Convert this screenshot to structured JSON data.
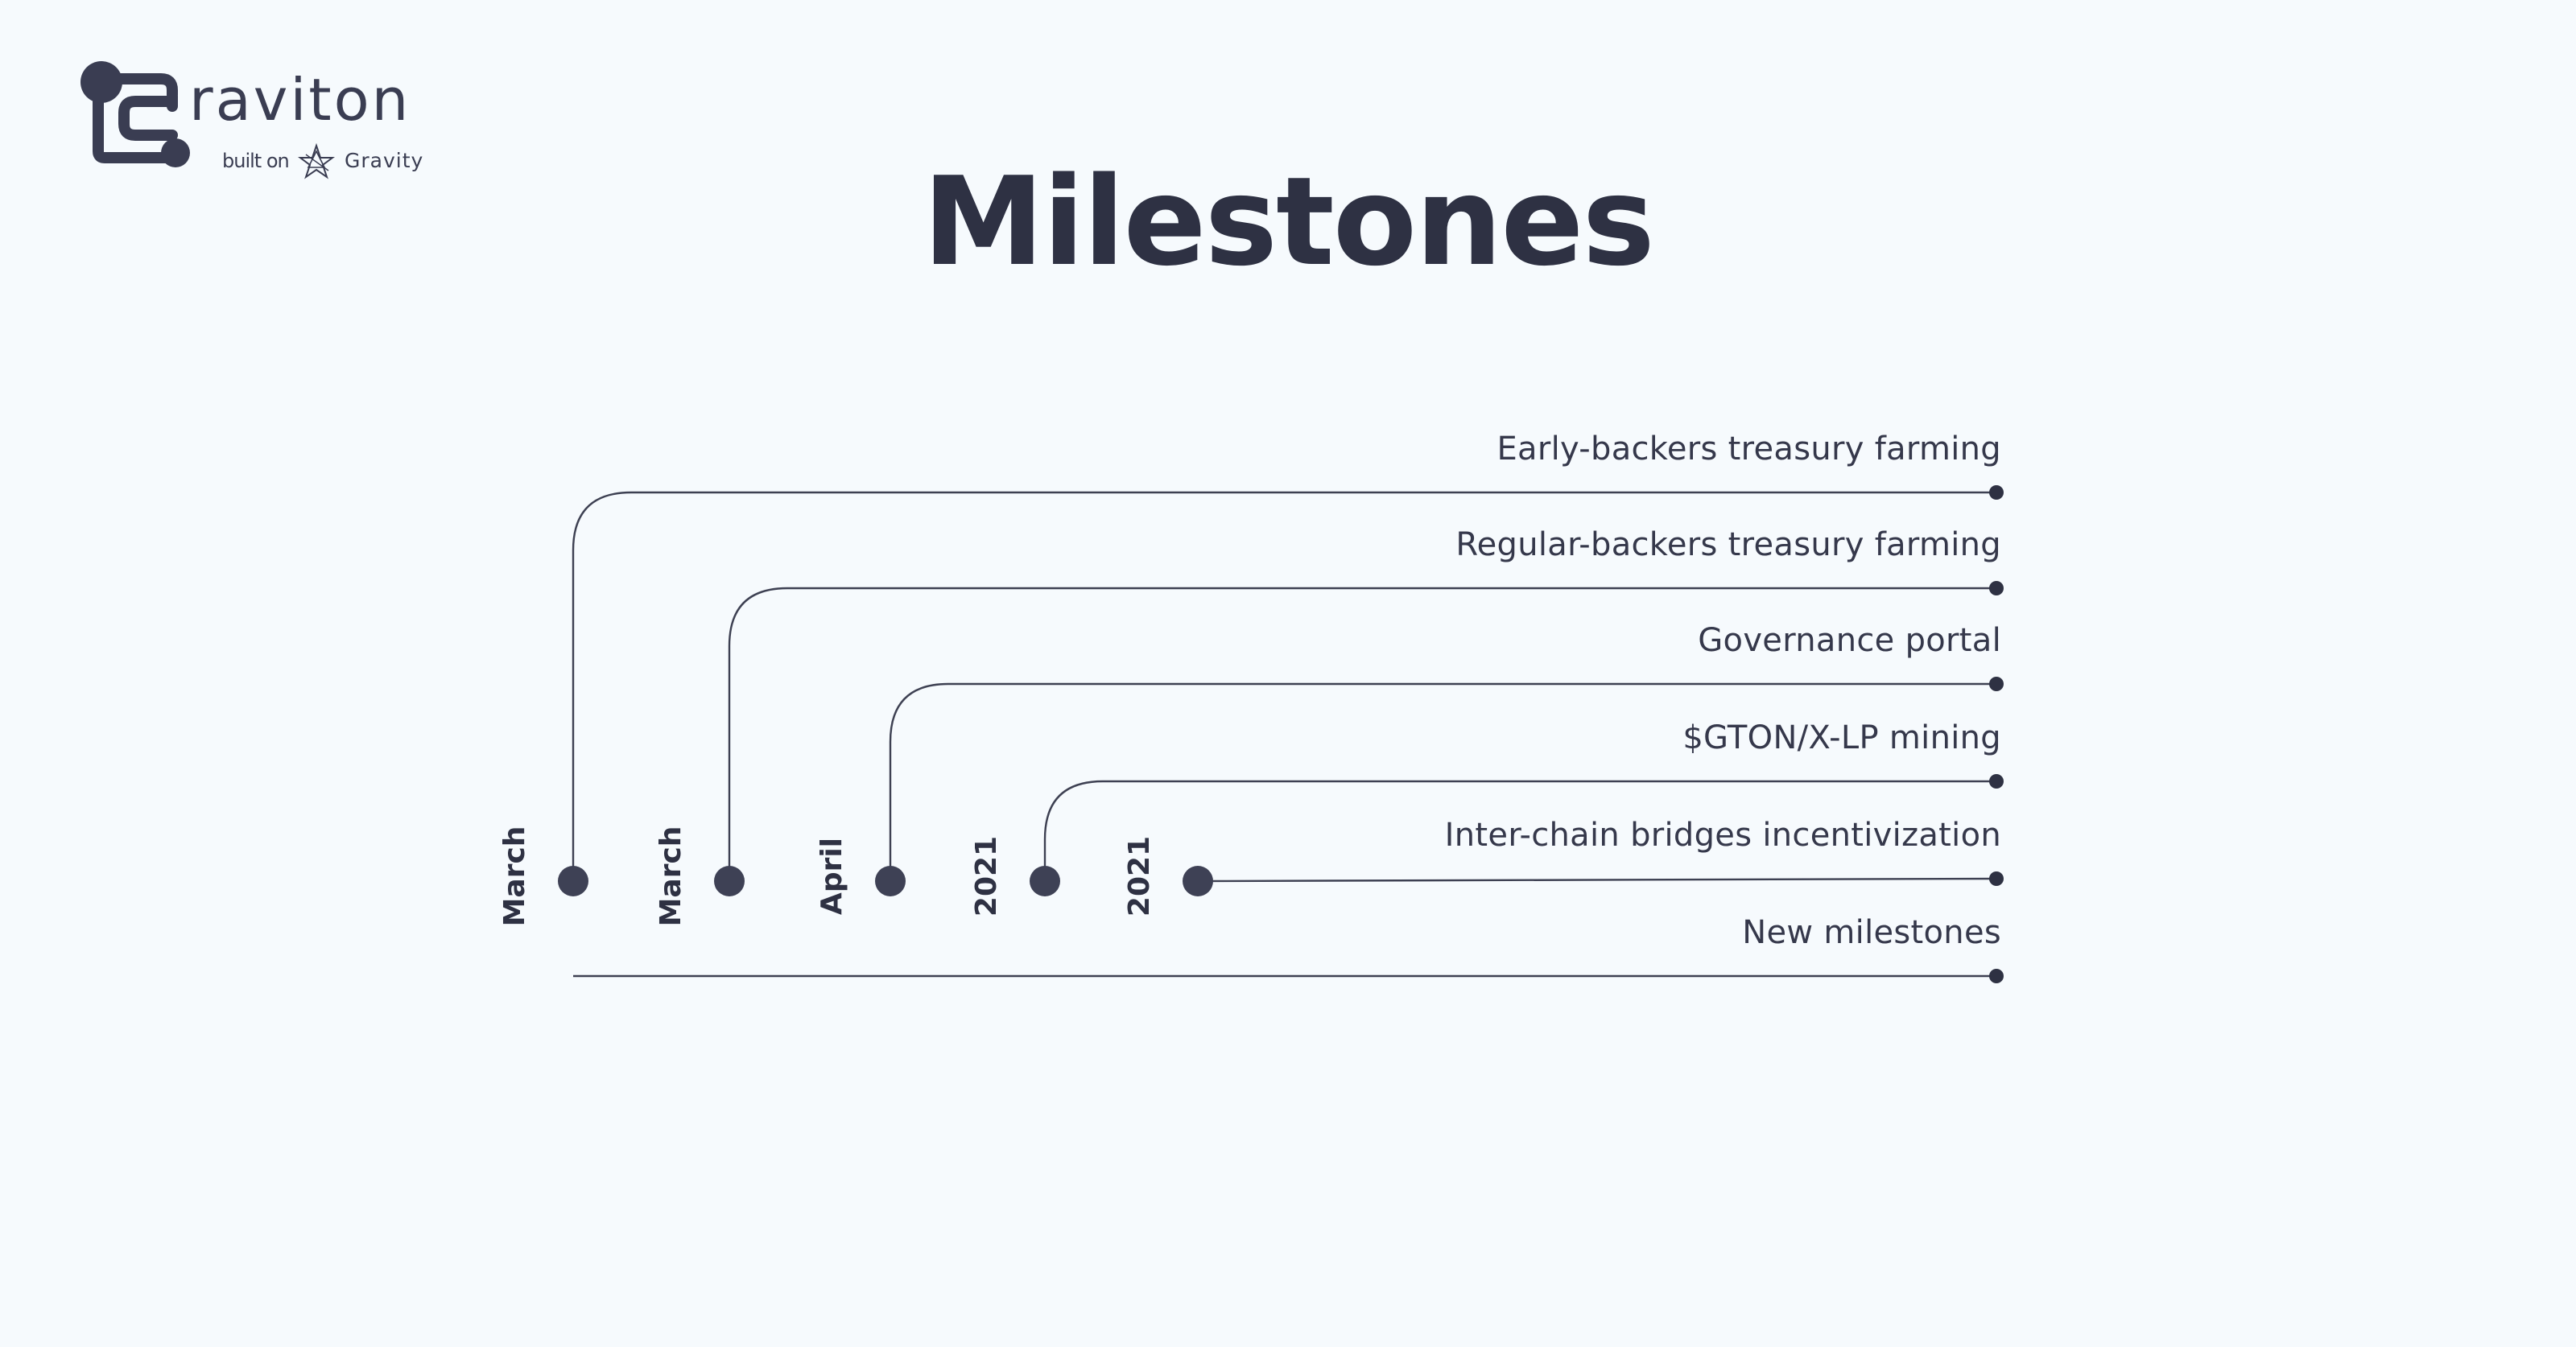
{
  "logo": {
    "wordmark": "raviton",
    "built_on": "built on",
    "partner": "Gravity"
  },
  "title": "Milestones",
  "colors": {
    "background": "#f6fafd",
    "ink": "#2e3143",
    "line": "#3d4052"
  },
  "milestones": [
    {
      "label": "Early-backers treasury farming",
      "date": "March"
    },
    {
      "label": "Regular-backers treasury farming",
      "date": "March"
    },
    {
      "label": "Governance portal",
      "date": "April"
    },
    {
      "label": "$GTON/X-LP mining",
      "date": "2021"
    },
    {
      "label": "Inter-chain bridges incentivization",
      "date": "2021"
    },
    {
      "label": "New milestones",
      "date": ""
    }
  ]
}
